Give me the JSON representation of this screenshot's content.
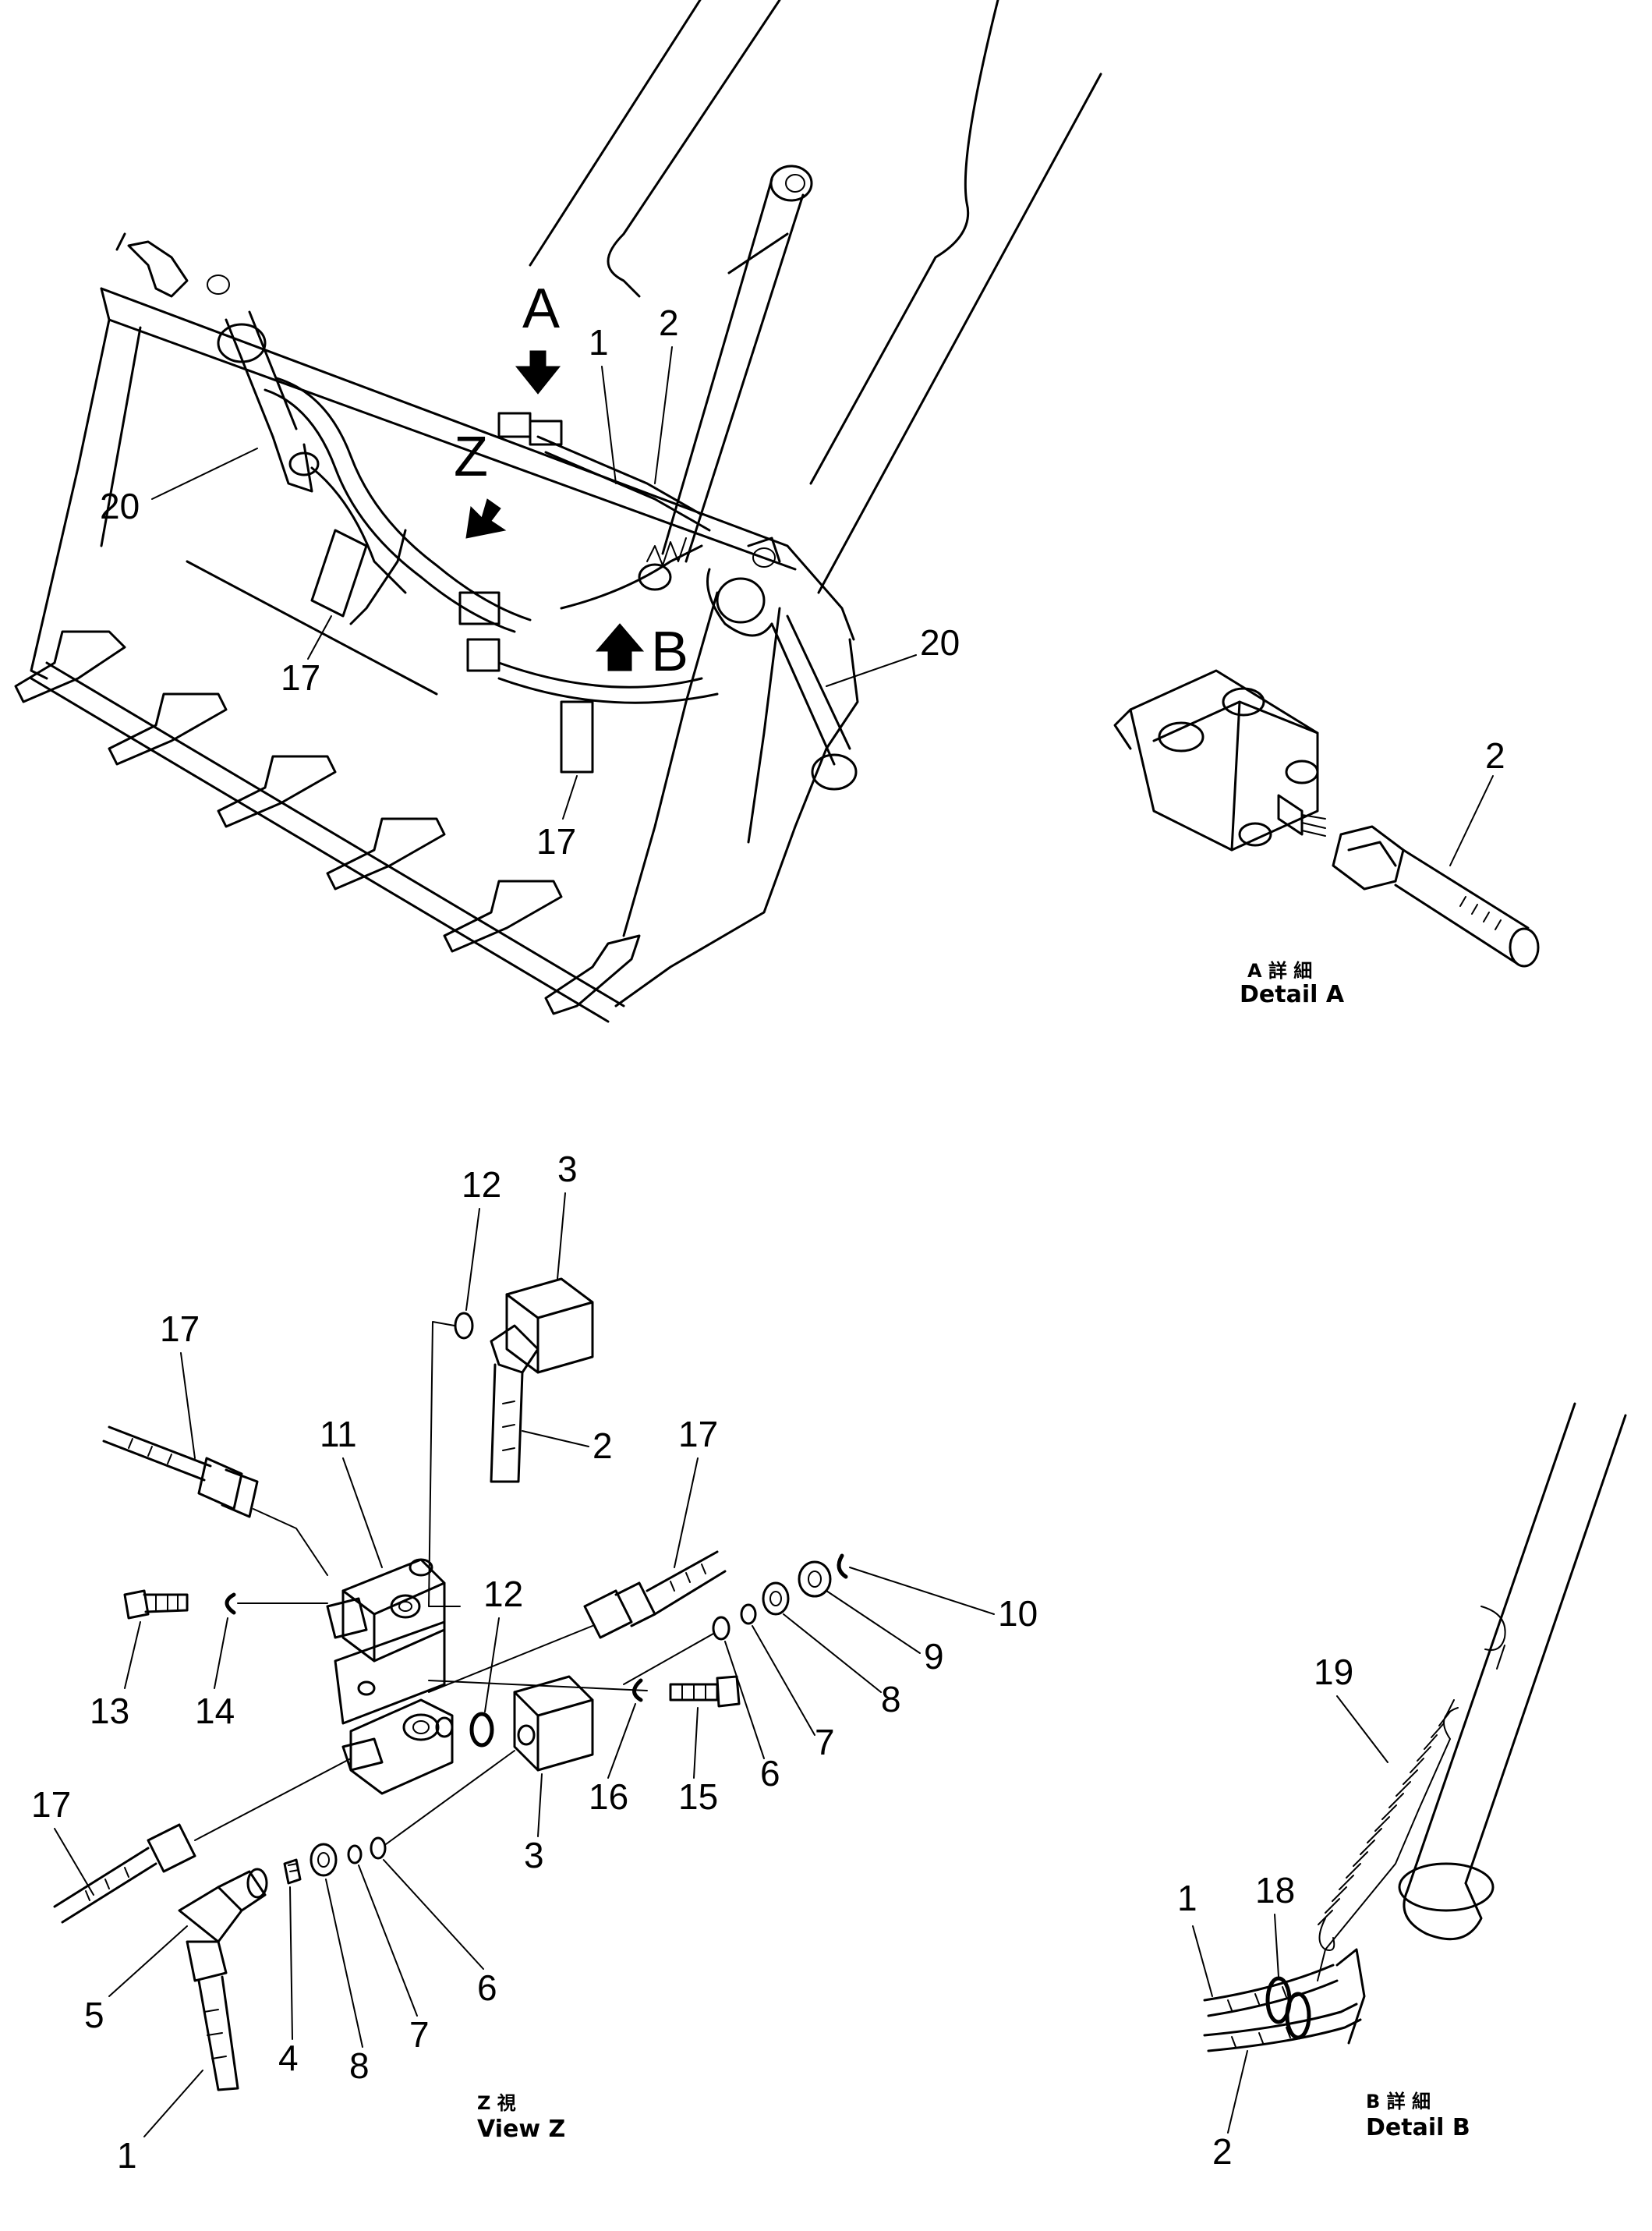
{
  "overview": {
    "view_markers": {
      "a": "A",
      "z": "Z",
      "b": "B"
    },
    "callouts": {
      "hose_1": "1",
      "hose_2": "2",
      "cylinder_left": "20",
      "cylinder_right": "20",
      "sleeve_left": "17",
      "sleeve_right": "17"
    }
  },
  "detail_a": {
    "caption_jp": "A 詳 細",
    "caption_en": "Detail A",
    "callouts": {
      "hose": "2"
    }
  },
  "view_z": {
    "caption_jp": "Z 視",
    "caption_en": "View Z",
    "callouts": {
      "oring_top": "12",
      "block_top": "3",
      "hose_top": "2",
      "hose_left_top": "17",
      "valve": "11",
      "hose_right": "17",
      "bolt_left": "13",
      "clip_left": "14",
      "oring_mid": "12",
      "washer_10": "10",
      "washer_9": "9",
      "nut_8_top": "8",
      "washer_7_top": "7",
      "oring_6_top": "6",
      "bolt_right": "15",
      "clip_right": "16",
      "block_bottom": "3",
      "hose_left_bottom": "17",
      "elbow": "5",
      "nipple": "4",
      "nut_8_bottom": "8",
      "washer_7_bottom": "7",
      "oring_6_bottom": "6",
      "hose_bottom": "1"
    }
  },
  "detail_b": {
    "caption_jp": "B 詳 細",
    "caption_en": "Detail B",
    "callouts": {
      "spring": "19",
      "clamp": "18",
      "hose_1": "1",
      "hose_2": "2"
    }
  },
  "icons": [
    "arrow-down-icon",
    "arrow-up-icon"
  ]
}
